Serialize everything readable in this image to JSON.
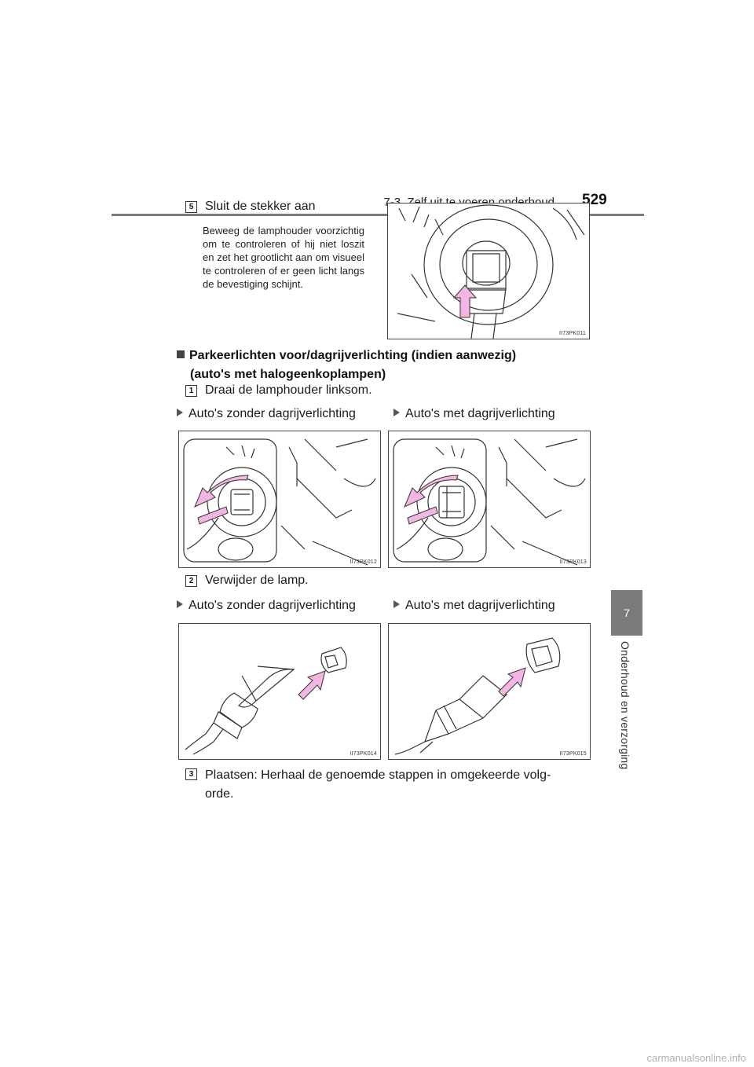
{
  "header": {
    "section": "7-3. Zelf uit te voeren onderhoud",
    "page_number": "529"
  },
  "side_tab": {
    "number": "7",
    "label": "Onderhoud en verzorging"
  },
  "step5": {
    "number": "5",
    "title": "Sluit de stekker aan",
    "text": "Beweeg de lamphouder voorzichtig om te controleren of hij niet loszit en zet het grootlicht aan om visueel te controleren of er geen licht langs de bevestiging schijnt.",
    "figure_code": "II73PK011"
  },
  "section": {
    "title_line1": "Parkeerlichten voor/dagrijverlichting (indien aanwezig)",
    "title_line2": "(auto's met halogeenkoplampen)"
  },
  "step1": {
    "number": "1",
    "text": "Draai de lamphouder linksom.",
    "variant_left": "Auto's zonder dagrijverlichting",
    "variant_right": "Auto's met dagrijverlichting",
    "figure_left_code": "II73PK012",
    "figure_right_code": "II73PK013"
  },
  "step2": {
    "number": "2",
    "text": "Verwijder de lamp.",
    "variant_left": "Auto's zonder dagrijverlichting",
    "variant_right": "Auto's met dagrijverlichting",
    "figure_left_code": "II73PK014",
    "figure_right_code": "II73PK015"
  },
  "step3": {
    "number": "3",
    "text_line1": "Plaatsen: Herhaal de genoemde stappen in omgekeerde volg-",
    "text_line2": "orde."
  },
  "watermark": "carmanualsonline.info",
  "colors": {
    "arrow_pink": "#f3b6e2",
    "tab_gray": "#7b7b7b",
    "rule_gray": "#7a7a7a"
  }
}
